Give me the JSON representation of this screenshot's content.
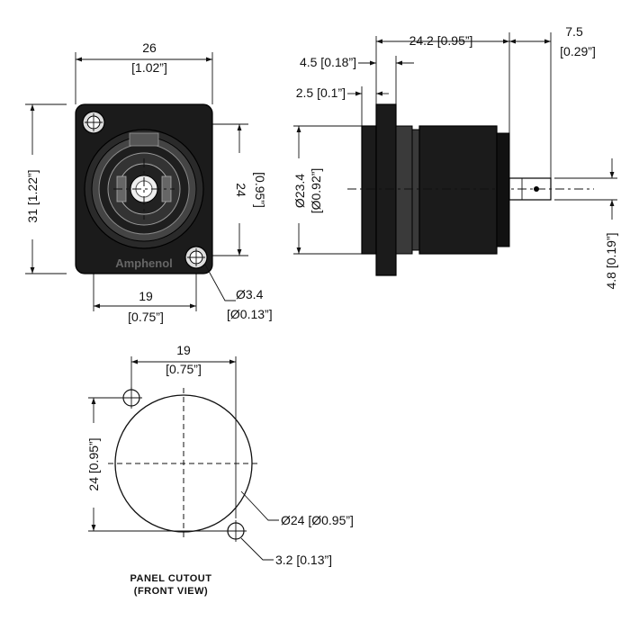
{
  "brand_label": "Amphenol",
  "front_view": {
    "width_mm": "26",
    "width_in": "[1.02”]",
    "height_label": "31 [1.22”]",
    "hole_spacing_v_mm": "24",
    "hole_spacing_v_in": "[0.95”]",
    "hole_spacing_h_mm": "19",
    "hole_spacing_h_in": "[0.75”]",
    "hole_dia_mm": "Ø3.4",
    "hole_dia_in": "[Ø0.13”]"
  },
  "side_view": {
    "depth_label": "24.2 [0.95”]",
    "tab_length_mm": "7.5",
    "tab_length_in": "[0.29”]",
    "flange_label": "4.5 [0.18”]",
    "panel_label": "2.5 [0.1”]",
    "body_dia_mm": "Ø23.4",
    "body_dia_in": "[Ø0.92”]",
    "tab_offset_label": "4.8 [0.19”]"
  },
  "panel_cutout": {
    "width_mm": "19",
    "width_in": "[0.75”]",
    "height_label": "24 [0.95”]",
    "circle_dia_label": "Ø24 [Ø0.95”]",
    "hole_dia_label": "3.2 [0.13”]",
    "title_line1": "PANEL CUTOUT",
    "title_line2": "(FRONT VIEW)"
  },
  "colors": {
    "line": "#111111",
    "body": "#1b1b1b",
    "background": "#ffffff"
  }
}
